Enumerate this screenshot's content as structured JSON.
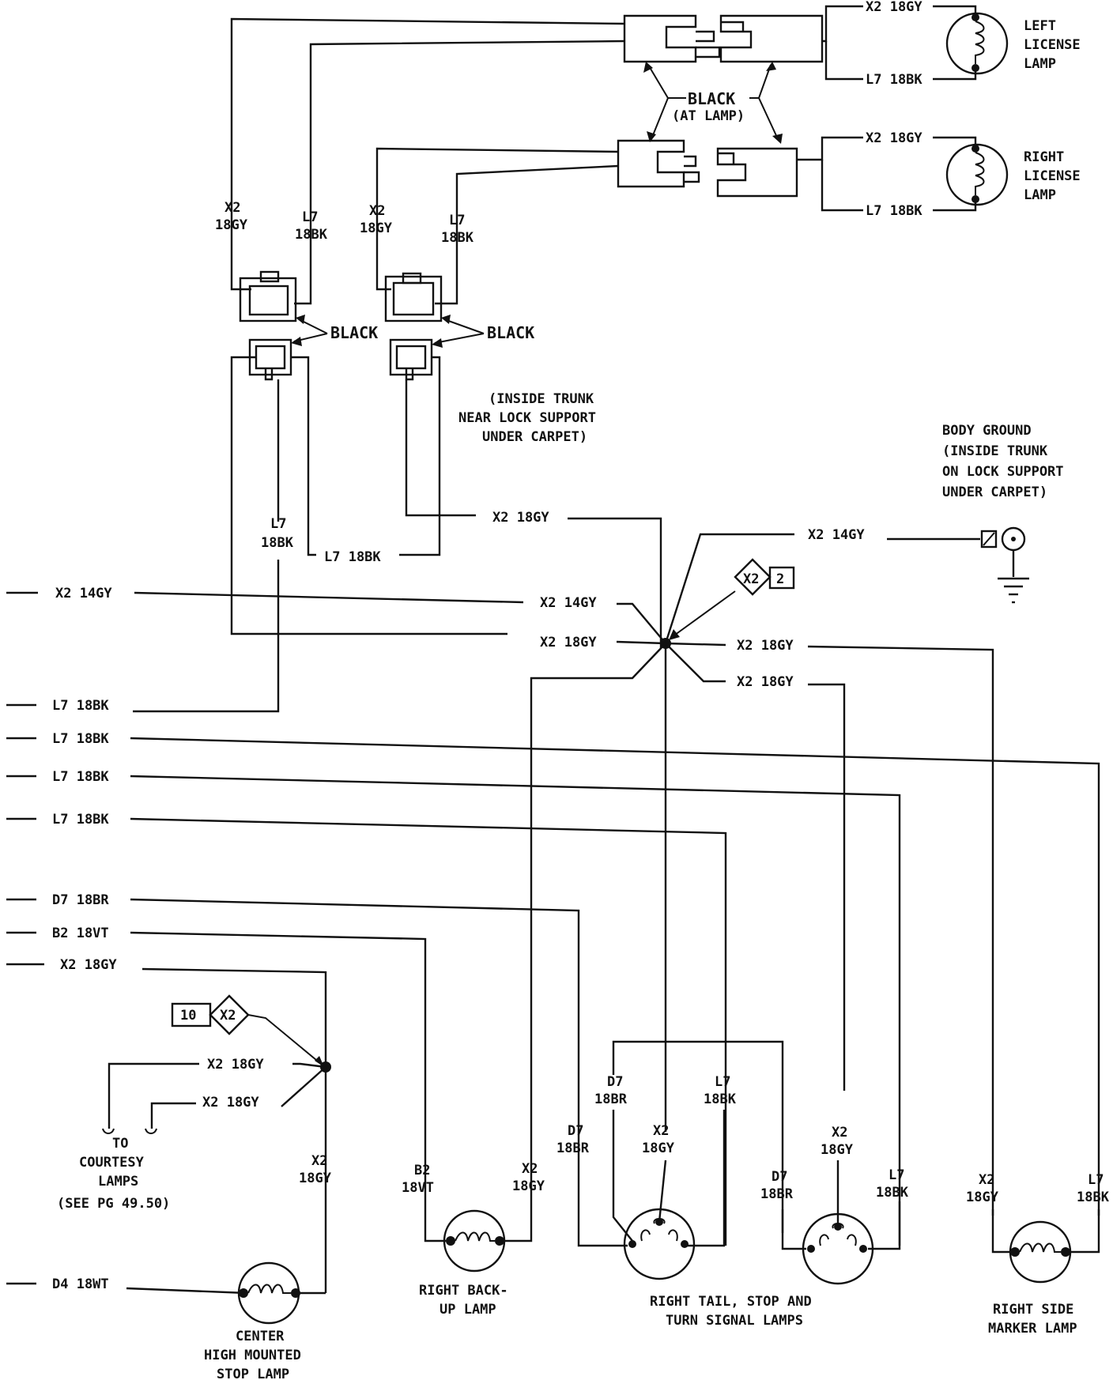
{
  "wire_labels": {
    "x2_18gy": "X2 18GY",
    "x2_14gy": "X2 14GY",
    "l7_18bk": "L7 18BK",
    "d7_18br": "D7 18BR",
    "b2_18vt": "B2 18VT",
    "d4_18wt": "D4 18WT",
    "x2": "X2",
    "18gy": "18GY",
    "l7": "L7",
    "18bk": "18BK",
    "d7": "D7",
    "18br": "18BR",
    "b2": "B2",
    "18vt": "18VT"
  },
  "connectors": {
    "black": "BLACK",
    "at_lamp": "(AT LAMP)",
    "black_at_lamp": "BLACK",
    "inside_trunk": [
      "(INSIDE TRUNK",
      "NEAR LOCK SUPPORT",
      "UNDER CARPET)"
    ]
  },
  "ground": {
    "lines": [
      "BODY GROUND",
      "(INSIDE TRUNK",
      "ON LOCK SUPPORT",
      "UNDER CARPET)"
    ]
  },
  "splices": {
    "main_num": "2",
    "main_code": "X2",
    "lower_num": "10",
    "lower_code": "X2"
  },
  "lamps": {
    "left_license": [
      "LEFT",
      "LICENSE",
      "LAMP"
    ],
    "right_license": [
      "RIGHT",
      "LICENSE",
      "LAMP"
    ],
    "backup": [
      "RIGHT BACK-",
      "UP LAMP"
    ],
    "tail_stop_turn": [
      "RIGHT TAIL, STOP AND",
      "TURN SIGNAL LAMPS"
    ],
    "side_marker": [
      "RIGHT SIDE",
      "MARKER LAMP"
    ],
    "chmsl": [
      "CENTER",
      "HIGH MOUNTED",
      "STOP LAMP"
    ]
  },
  "courtesy": [
    "TO",
    "COURTESY",
    "LAMPS",
    "(SEE PG 49.50)"
  ]
}
